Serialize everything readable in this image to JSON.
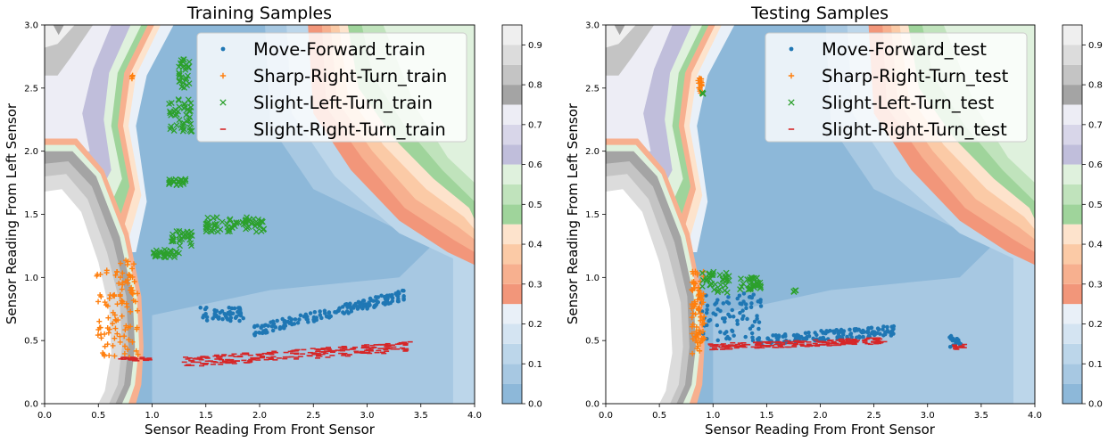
{
  "chart_data": [
    {
      "type": "scatter",
      "title": "Training Samples",
      "xlabel": "Sensor Reading From Front Sensor",
      "ylabel": "Sensor Reading From Left Sensor",
      "xlim": [
        0,
        4
      ],
      "ylim": [
        0,
        3
      ],
      "xticks": [
        "0.0",
        "0.5",
        "1.0",
        "1.5",
        "2.0",
        "2.5",
        "3.0",
        "3.5",
        "4.0"
      ],
      "yticks": [
        "0.0",
        "0.5",
        "1.0",
        "1.5",
        "2.0",
        "2.5",
        "3.0"
      ],
      "legend_position": "top-right",
      "background": "filled contour of class-probability regions",
      "colorbar": {
        "ticks": [
          "0.0",
          "0.1",
          "0.2",
          "0.3",
          "0.4",
          "0.5",
          "0.6",
          "0.7",
          "0.8",
          "0.9"
        ],
        "range": [
          0,
          0.95
        ]
      },
      "series": [
        {
          "name": "Move-Forward_train",
          "marker": "dot",
          "color": "#1f77b4",
          "clusters": [
            {
              "x": [
                1.45,
                1.85
              ],
              "y": [
                0.65,
                0.77
              ]
            },
            {
              "x": [
                1.95,
                3.35
              ],
              "y": [
                0.58,
                0.86
              ]
            }
          ]
        },
        {
          "name": "Sharp-Right-Turn_train",
          "marker": "plus",
          "color": "#ff7f0e",
          "clusters": [
            {
              "x": [
                0.48,
                0.87
              ],
              "y": [
                0.36,
                1.15
              ]
            },
            {
              "x": [
                0.8,
                0.82
              ],
              "y": [
                2.57,
                2.6
              ]
            }
          ]
        },
        {
          "name": "Slight-Left-Turn_train",
          "marker": "x",
          "color": "#2ca02c",
          "clusters": [
            {
              "x": [
                1.0,
                1.25
              ],
              "y": [
                1.16,
                1.22
              ]
            },
            {
              "x": [
                1.18,
                1.38
              ],
              "y": [
                1.25,
                1.37
              ]
            },
            {
              "x": [
                1.5,
                2.05
              ],
              "y": [
                1.36,
                1.48
              ]
            },
            {
              "x": [
                1.15,
                1.38
              ],
              "y": [
                2.15,
                2.42
              ]
            },
            {
              "x": [
                1.25,
                1.35
              ],
              "y": [
                2.5,
                2.73
              ]
            },
            {
              "x": [
                1.15,
                1.32
              ],
              "y": [
                1.73,
                1.78
              ]
            }
          ]
        },
        {
          "name": "Slight-Right-Turn_train",
          "marker": "dash",
          "color": "#d62728",
          "clusters": [
            {
              "x": [
                0.7,
                0.98
              ],
              "y": [
                0.34,
                0.37
              ]
            },
            {
              "x": [
                1.3,
                3.4
              ],
              "y": [
                0.33,
                0.45
              ]
            }
          ]
        }
      ]
    },
    {
      "type": "scatter",
      "title": "Testing Samples",
      "xlabel": "Sensor Reading From Front Sensor",
      "ylabel": "Sensor Reading From Left Sensor",
      "xlim": [
        0,
        4
      ],
      "ylim": [
        0,
        3
      ],
      "xticks": [
        "0.0",
        "0.5",
        "1.0",
        "1.5",
        "2.0",
        "2.5",
        "3.0",
        "3.5",
        "4.0"
      ],
      "yticks": [
        "0.0",
        "0.5",
        "1.0",
        "1.5",
        "2.0",
        "2.5",
        "3.0"
      ],
      "legend_position": "top-right",
      "background": "filled contour of class-probability regions",
      "colorbar": {
        "ticks": [
          "0.0",
          "0.1",
          "0.2",
          "0.3",
          "0.4",
          "0.5",
          "0.6",
          "0.7",
          "0.8",
          "0.9"
        ],
        "range": [
          0,
          0.95
        ]
      },
      "series": [
        {
          "name": "Move-Forward_test",
          "marker": "dot",
          "color": "#1f77b4",
          "clusters": [
            {
              "x": [
                0.88,
                1.45
              ],
              "y": [
                0.5,
                0.88
              ]
            },
            {
              "x": [
                1.4,
                2.7
              ],
              "y": [
                0.5,
                0.58
              ]
            },
            {
              "x": [
                3.2,
                3.32
              ],
              "y": [
                0.45,
                0.55
              ]
            }
          ]
        },
        {
          "name": "Sharp-Right-Turn_test",
          "marker": "plus",
          "color": "#ff7f0e",
          "clusters": [
            {
              "x": [
                0.8,
                0.92
              ],
              "y": [
                0.38,
                1.05
              ]
            },
            {
              "x": [
                0.86,
                0.9
              ],
              "y": [
                2.45,
                2.58
              ]
            }
          ]
        },
        {
          "name": "Slight-Left-Turn_test",
          "marker": "x",
          "color": "#2ca02c",
          "clusters": [
            {
              "x": [
                0.9,
                1.15
              ],
              "y": [
                0.88,
                1.05
              ]
            },
            {
              "x": [
                1.25,
                1.5
              ],
              "y": [
                0.9,
                1.0
              ]
            },
            {
              "x": [
                1.75,
                1.78
              ],
              "y": [
                0.88,
                0.9
              ]
            },
            {
              "x": [
                0.9,
                0.92
              ],
              "y": [
                2.45,
                2.47
              ]
            }
          ]
        },
        {
          "name": "Slight-Right-Turn_test",
          "marker": "dash",
          "color": "#d62728",
          "clusters": [
            {
              "x": [
                0.95,
                2.6
              ],
              "y": [
                0.45,
                0.5
              ]
            },
            {
              "x": [
                3.25,
                3.35
              ],
              "y": [
                0.43,
                0.47
              ]
            }
          ]
        }
      ]
    }
  ]
}
